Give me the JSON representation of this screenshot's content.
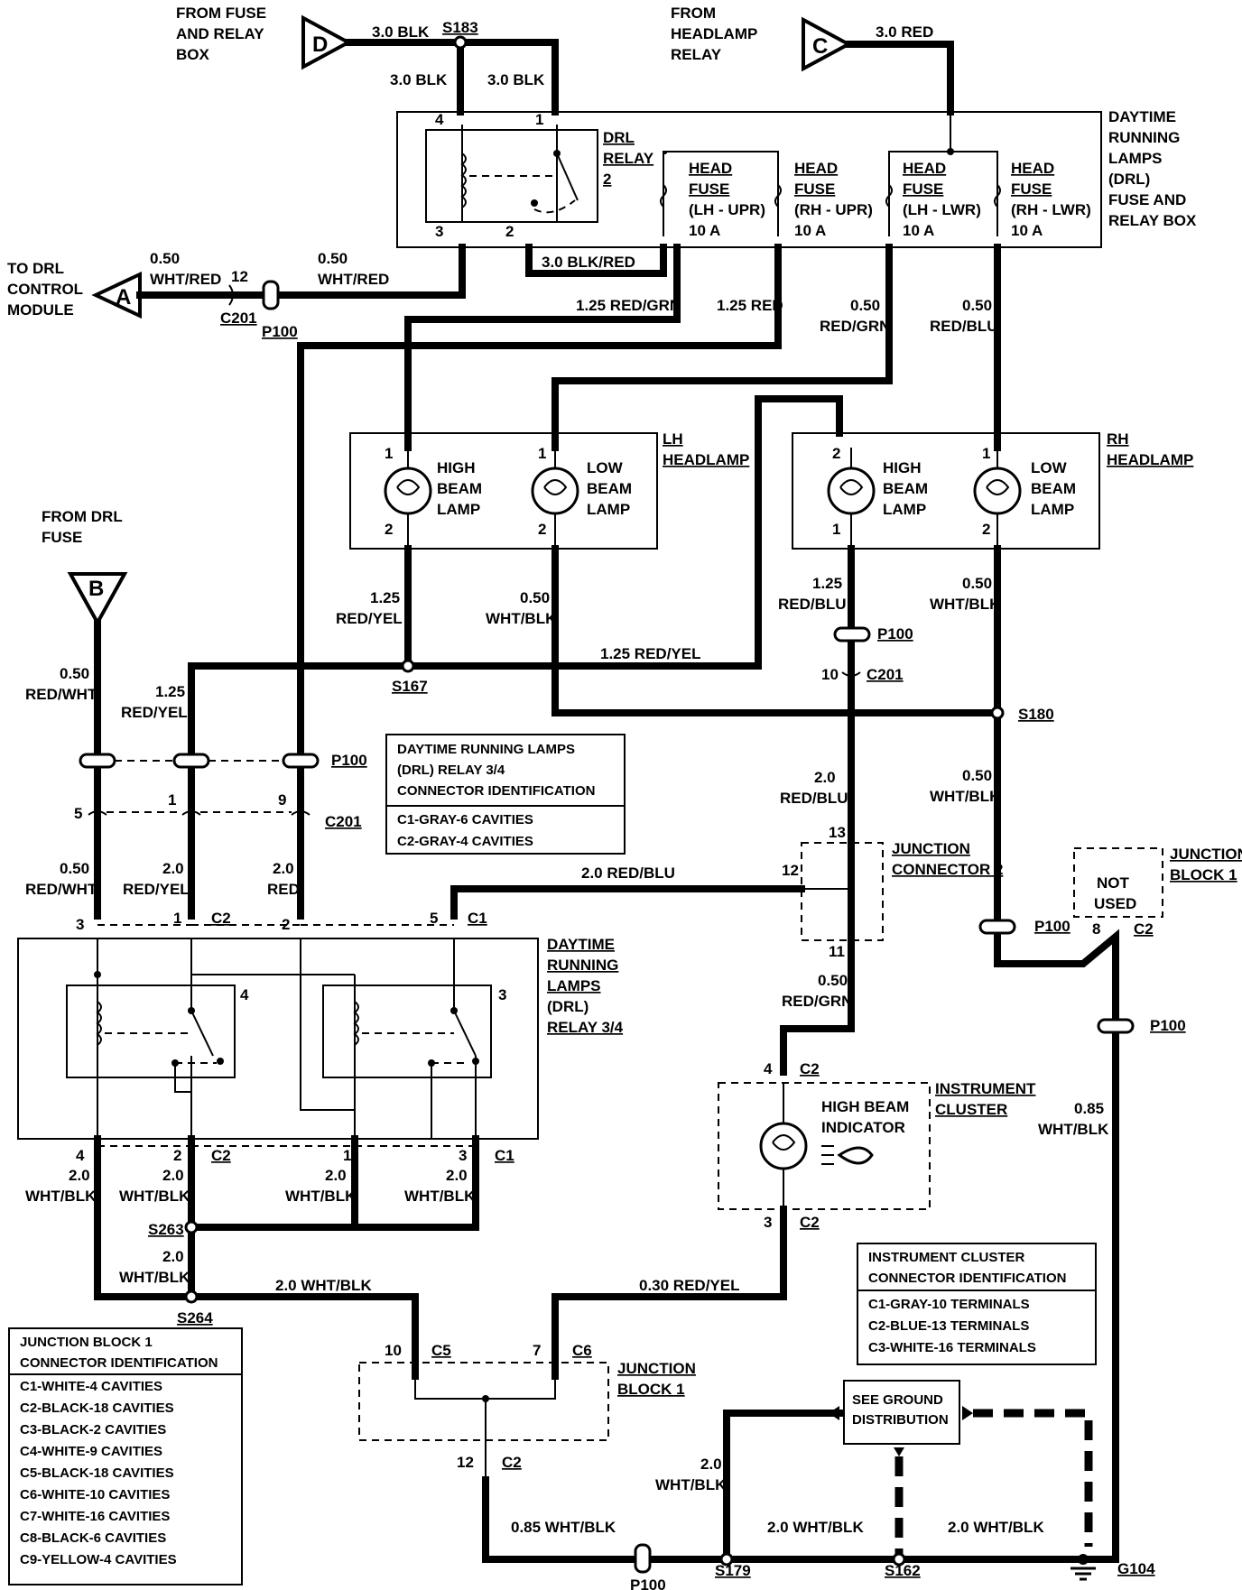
{
  "sources": {
    "fuse_relay": [
      "FROM FUSE",
      "AND RELAY",
      "BOX"
    ],
    "headlamp_relay": [
      "FROM",
      "HEADLAMP",
      "RELAY"
    ],
    "drl_module": [
      "TO DRL",
      "CONTROL",
      "MODULE"
    ],
    "drl_fuse": [
      "FROM DRL",
      "FUSE"
    ]
  },
  "connectors": {
    "A": "A",
    "B": "B",
    "C": "C",
    "D": "D"
  },
  "drl_fuse_box": {
    "title": [
      "DAYTIME",
      "RUNNING",
      "LAMPS",
      "(DRL)",
      "FUSE AND",
      "RELAY BOX"
    ],
    "relay": [
      "DRL",
      "RELAY",
      "2"
    ],
    "fuses": [
      {
        "l1": "HEAD",
        "l2": "FUSE",
        "l3": "(LH - UPR)",
        "l4": "10 A"
      },
      {
        "l1": "HEAD",
        "l2": "FUSE",
        "l3": "(RH - UPR)",
        "l4": "10 A"
      },
      {
        "l1": "HEAD",
        "l2": "FUSE",
        "l3": "(LH - LWR)",
        "l4": "10 A"
      },
      {
        "l1": "HEAD",
        "l2": "FUSE",
        "l3": "(RH - LWR)",
        "l4": "10 A"
      }
    ],
    "pins": {
      "p4": "4",
      "p1": "1",
      "p3": "3",
      "p2": "2"
    }
  },
  "wires": {
    "d_blk": "3.0 BLK",
    "s183": "S183",
    "blk_left": "3.0 BLK",
    "blk_right": "3.0 BLK",
    "c_red": "3.0 RED",
    "blk_red": "3.0 BLK/RED",
    "a_size": "0.50",
    "a_color": "WHT/RED",
    "a2_size": "0.50",
    "a2_color": "WHT/RED",
    "pin12": "12",
    "c201": "C201",
    "p100": "P100",
    "red_grn_125": "1.25 RED/GRN",
    "red_125": "1.25 RED",
    "rg_size": "0.50",
    "rg_color": "RED/GRN",
    "rb_size": "0.50",
    "rb_color": "RED/BLU",
    "lh_ry_size": "1.25",
    "lh_ry_color": "RED/YEL",
    "lh_wb_size": "0.50",
    "lh_wb_color": "WHT/BLK",
    "rh_rb_size": "1.25",
    "rh_rb_color": "RED/BLU",
    "rh_wb_size": "0.50",
    "rh_wb_color": "WHT/BLK",
    "ry_mid": "1.25 RED/YEL",
    "s167": "S167",
    "s180": "S180",
    "p100_r": "P100",
    "pin10": "10",
    "c201_r": "C201",
    "b_size": "0.50",
    "b_color": "RED/WHT",
    "ry_size": "1.25",
    "ry_color": "RED/YEL",
    "p100_m": "P100",
    "pin5": "5",
    "pin1": "1",
    "pin9": "9",
    "c201_m": "C201",
    "rw2_size": "0.50",
    "rw2_color": "RED/WHT",
    "ry2_size": "2.0",
    "ry2_color": "RED/YEL",
    "red2_size": "2.0",
    "red2_color": "RED",
    "rb2_size": "2.0",
    "rb2_color": "RED/BLU",
    "wb_r_size": "0.50",
    "wb_r_color": "WHT/BLK",
    "rb_jc": "2.0 RED/BLU",
    "jc13": "13",
    "jc12": "12",
    "jc11": "11",
    "rg_ic_size": "0.50",
    "rg_ic_color": "RED/GRN",
    "ic4": "4",
    "ic_c2": "C2",
    "ic3": "3",
    "ic_c2b": "C2",
    "ry_ic": "0.30 RED/YEL",
    "wb85_size": "0.85",
    "wb85_color": "WHT/BLK",
    "p100_jb": "P100",
    "p100_jb2": "P100",
    "jb8": "8",
    "jb_c2": "C2",
    "relay_pin3": "3",
    "relay_pin1": "1",
    "relay_c2": "C2",
    "relay_pin2": "2",
    "relay_pin5": "5",
    "relay_c1": "C1",
    "out4": "4",
    "out2": "2",
    "out_c2": "C2",
    "out1": "1",
    "out3": "3",
    "out_c1": "C1",
    "w20": "2.0",
    "wwb": "WHT/BLK",
    "s263": "S263",
    "s264": "S264",
    "wb_mid": "2.0 WHT/BLK",
    "jb10": "10",
    "jb_c5": "C5",
    "jb7": "7",
    "jb_c6": "C6",
    "jb12": "12",
    "jb_c2b": "C2",
    "wb085": "0.85 WHT/BLK",
    "p100_bot": "P100",
    "s179": "S179",
    "wb_bot1": "2.0 WHT/BLK",
    "s162": "S162",
    "wb_bot2": "2.0 WHT/BLK",
    "g104": "G104",
    "gd_size": "2.0",
    "gd_color": "WHT/BLK"
  },
  "lh_headlamp": {
    "title": [
      "LH",
      "HEADLAMP"
    ],
    "high": [
      "HIGH",
      "BEAM",
      "LAMP"
    ],
    "low": [
      "LOW",
      "BEAM",
      "LAMP"
    ],
    "pins": [
      "1",
      "2",
      "1",
      "2"
    ]
  },
  "rh_headlamp": {
    "title": [
      "RH",
      "HEADLAMP"
    ],
    "high": [
      "HIGH",
      "BEAM",
      "LAMP"
    ],
    "low": [
      "LOW",
      "BEAM",
      "LAMP"
    ],
    "pins": [
      "2",
      "1",
      "1",
      "2"
    ]
  },
  "drl_relay_ident": {
    "title": [
      "DAYTIME RUNNING LAMPS",
      "(DRL) RELAY 3/4",
      "CONNECTOR IDENTIFICATION"
    ],
    "rows": [
      "C1-GRAY-6  CAVITIES",
      "C2-GRAY-4  CAVITIES"
    ]
  },
  "junction_connector": [
    "JUNCTION",
    "CONNECTOR 2"
  ],
  "junction_block_top": {
    "title": [
      "JUNCTION",
      "BLOCK 1"
    ],
    "not_used": [
      "NOT",
      "USED"
    ]
  },
  "drl_relay_box": {
    "title": [
      "DAYTIME",
      "RUNNING",
      "LAMPS",
      "(DRL)",
      "RELAY 3/4"
    ],
    "r4": "4",
    "r3": "3"
  },
  "instrument_cluster": {
    "title": [
      "INSTRUMENT",
      "CLUSTER"
    ],
    "indicator": [
      "HIGH BEAM",
      "INDICATOR"
    ]
  },
  "ic_ident": {
    "title": [
      "INSTRUMENT CLUSTER",
      "CONNECTOR IDENTIFICATION"
    ],
    "rows": [
      "C1-GRAY-10 TERMINALS",
      "C2-BLUE-13 TERMINALS",
      "C3-WHITE-16 TERMINALS"
    ]
  },
  "junction_block_bottom": [
    "JUNCTION",
    "BLOCK 1"
  ],
  "ground_dist": [
    "SEE GROUND",
    "DISTRIBUTION"
  ],
  "jb_ident": {
    "title": [
      "JUNCTION BLOCK 1",
      "CONNECTOR IDENTIFICATION"
    ],
    "rows": [
      "C1-WHITE-4 CAVITIES",
      "C2-BLACK-18 CAVITIES",
      "C3-BLACK-2 CAVITIES",
      "C4-WHITE-9 CAVITIES",
      "C5-BLACK-18 CAVITIES",
      "C6-WHITE-10 CAVITIES",
      "C7-WHITE-16 CAVITIES",
      "C8-BLACK-6 CAVITIES",
      "C9-YELLOW-4 CAVITIES"
    ]
  }
}
